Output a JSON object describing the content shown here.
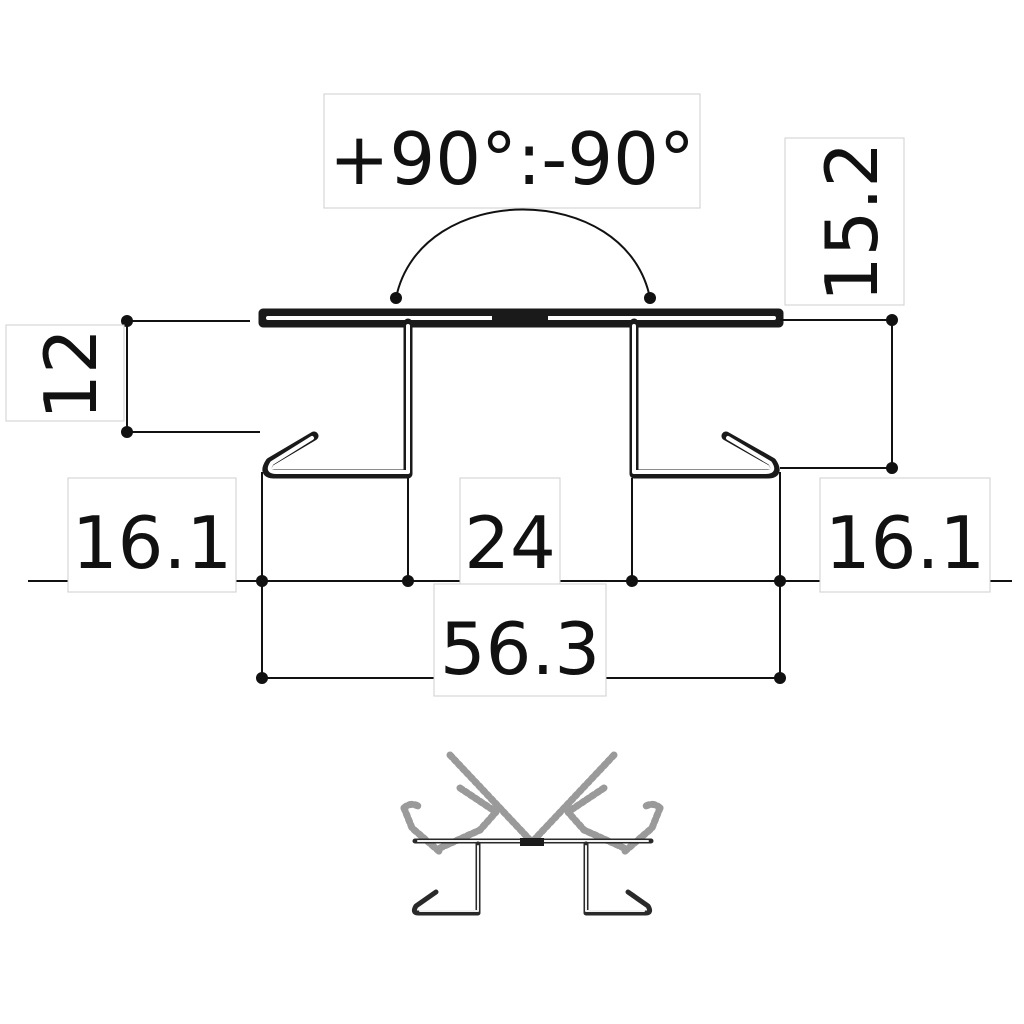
{
  "annotations": {
    "angle_label": "+90°:-90°",
    "height_label": "15.2",
    "flange_label": "12",
    "left_width_label": "16.1",
    "center_width_label": "24",
    "right_width_label": "16.1",
    "total_width_label": "56.3"
  },
  "colors": {
    "line": "#111111",
    "label_box_border": "#cfcfcf",
    "ghost": "#9a9a9a"
  }
}
